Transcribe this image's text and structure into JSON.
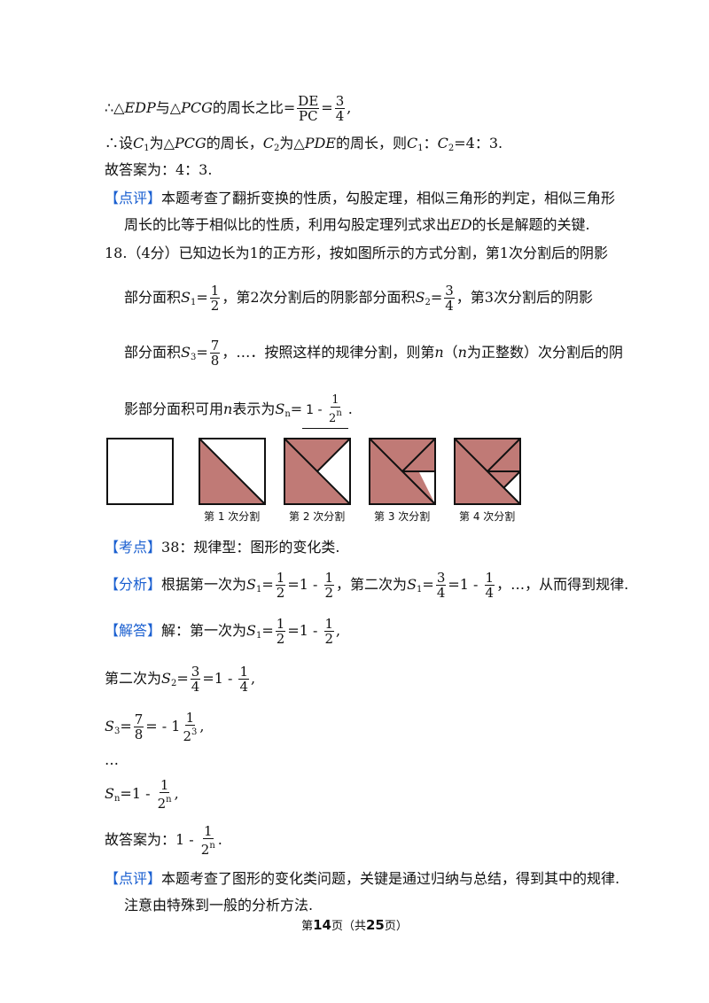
{
  "lines": {
    "l1_lead": "∴△",
    "l1_edp": "EDP",
    "l1_and": "与△",
    "l1_pcg": "PCG",
    "l1_rest": "的周长之比=",
    "l1_fnum": "DE",
    "l1_fden": "PC",
    "l1_eq": "=",
    "l1_f2num": "3",
    "l1_f2den": "4",
    "l1_end": ",",
    "l2_lead": "∴设",
    "l2_c": "C",
    "l2_sub1": "1",
    "l2_t1": "为△",
    "l2_pcg": "PCG",
    "l2_t2": "的周长，",
    "l2_c2": "C",
    "l2_sub2": "2",
    "l2_t3": "为△",
    "l2_pde": "PDE",
    "l2_t4": "的周长，则",
    "l2_c3": "C",
    "l2_sub3": "1",
    "l2_t5": "：",
    "l2_c4": "C",
    "l2_sub4": "2",
    "l2_t6": "=4：3.",
    "l3": "故答案为：4：3.",
    "l4_tag": "【点评】",
    "l4_text": "本题考查了翻折变换的性质，勾股定理，相似三角形的判定，相似三角形",
    "l5_text1": "周长的比等于相似比的性质，利用勾股定理列式求出",
    "l5_ed": "ED",
    "l5_text2": "的长是解题的关键."
  },
  "problem": {
    "p1": "18.（4分）已知边长为1的正方形，按如图所示的方式分割，第1次分割后的阴影",
    "p2_a": "部分面积",
    "p2_s": "S",
    "p2_sub1": "1",
    "p2_eq1": "=",
    "p2_f1n": "1",
    "p2_f1d": "2",
    "p2_b": "，第2次分割后的阴影部分面积",
    "p2_s2": "S",
    "p2_sub2": "2",
    "p2_eq2": "=",
    "p2_f2n": "3",
    "p2_f2d": "4",
    "p2_c": "，第3次分割后的阴影",
    "p3_a": "部分面积",
    "p3_s": "S",
    "p3_sub": "3",
    "p3_eq": "=",
    "p3_fn": "7",
    "p3_fd": "8",
    "p3_b": "，…．按照这样的规律分割，则第",
    "p3_n": "n",
    "p3_c": "（",
    "p3_n2": "n",
    "p3_d": "为正整数）次分割后的阴",
    "p4_a": "影部分面积可用",
    "p4_n": "n",
    "p4_b": "表示为",
    "p4_s": "S",
    "p4_sub": "n",
    "p4_eq": "=",
    "p4_ans_pre": "1 - ",
    "p4_ans_n": "1",
    "p4_ans_d": "2",
    "p4_ans_sup": "n",
    "p4_end": "."
  },
  "figure": {
    "captions": [
      "第 1 次分割",
      "第 2 次分割",
      "第 3 次分割",
      "第 4 次分割"
    ],
    "shade_color": "#c07a76"
  },
  "analysis": {
    "k_tag": "【考点】",
    "k_text": "38：规律型：图形的变化类.",
    "f_tag": "【分析】",
    "f_a": "根据第一次为",
    "f_s1": "S",
    "f_sub1": "1",
    "f_eq1": "=",
    "f_f1n": "1",
    "f_f1d": "2",
    "f_mid1": "=1 - ",
    "f_f2n": "1",
    "f_f2d": "2",
    "f_b": "，第二次为",
    "f_s2": "S",
    "f_sub2": "1",
    "f_eq2": "=",
    "f_f3n": "3",
    "f_f3d": "4",
    "f_mid2": "=1 - ",
    "f_f4n": "1",
    "f_f4d": "4",
    "f_c": "，…，从而得到规律.",
    "j_tag": "【解答】",
    "j_a": "解：第一次为",
    "j_s": "S",
    "j_sub": "1",
    "j_eq": "=",
    "j_f1n": "1",
    "j_f1d": "2",
    "j_mid": "=1 - ",
    "j_f2n": "1",
    "j_f2d": "2",
    "j_end": ",",
    "s2_a": "第二次为",
    "s2_s": "S",
    "s2_sub": "2",
    "s2_eq": "=",
    "s2_f1n": "3",
    "s2_f1d": "4",
    "s2_mid": "=1 - ",
    "s2_f2n": "1",
    "s2_f2d": "4",
    "s2_end": ",",
    "s3_s": "S",
    "s3_sub": "3",
    "s3_eq": "=",
    "s3_fn": "7",
    "s3_fd": "8",
    "s3_mid": "= - 1",
    "s3_f2n": "1",
    "s3_f2d": "2",
    "s3_sup": "3",
    "s3_end": ",",
    "dots": "…",
    "sn_s": "S",
    "sn_sub": "n",
    "sn_mid": "=1 - ",
    "sn_fn": "1",
    "sn_fd": "2",
    "sn_sup": "n",
    "sn_end": ",",
    "ans_a": "故答案为：1 - ",
    "ans_fn": "1",
    "ans_fd": "2",
    "ans_sup": "n",
    "ans_end": ".",
    "d_tag": "【点评】",
    "d_text": "本题考查了图形的变化类问题，关键是通过归纳与总结，得到其中的规律.",
    "d_text2": "注意由特殊到一般的分析方法."
  },
  "footer": {
    "pre": "第",
    "page": "14",
    "mid": "页（共",
    "total": "25",
    "post": "页）"
  }
}
